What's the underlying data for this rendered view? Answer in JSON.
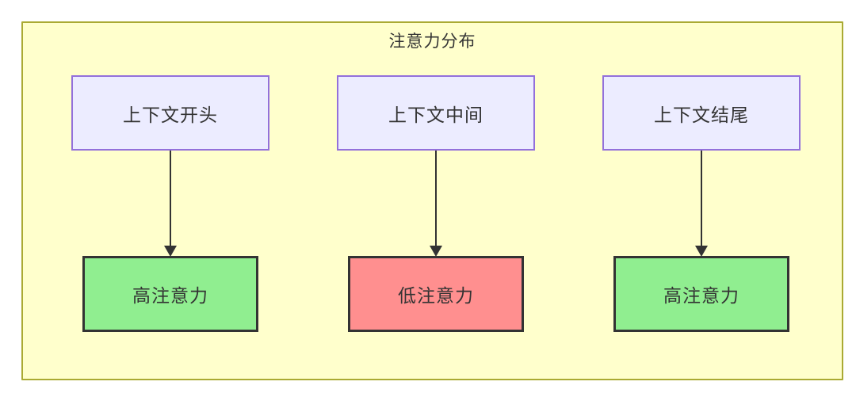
{
  "diagram": {
    "title": "注意力分布",
    "columns": [
      {
        "source": "上下文开头",
        "target": "高注意力",
        "target_bg": "#90ee90"
      },
      {
        "source": "上下文中间",
        "target": "低注意力",
        "target_bg": "#ff8f8f"
      },
      {
        "source": "上下文结尾",
        "target": "高注意力",
        "target_bg": "#90ee90"
      }
    ],
    "colors": {
      "page_bg": "#ffffff",
      "container_bg": "#ffffcc",
      "container_border": "#aaaa33",
      "source_bg": "#ececff",
      "source_border": "#9370db",
      "target_border": "#333333",
      "arrow": "#333333",
      "text": "#333333"
    }
  }
}
